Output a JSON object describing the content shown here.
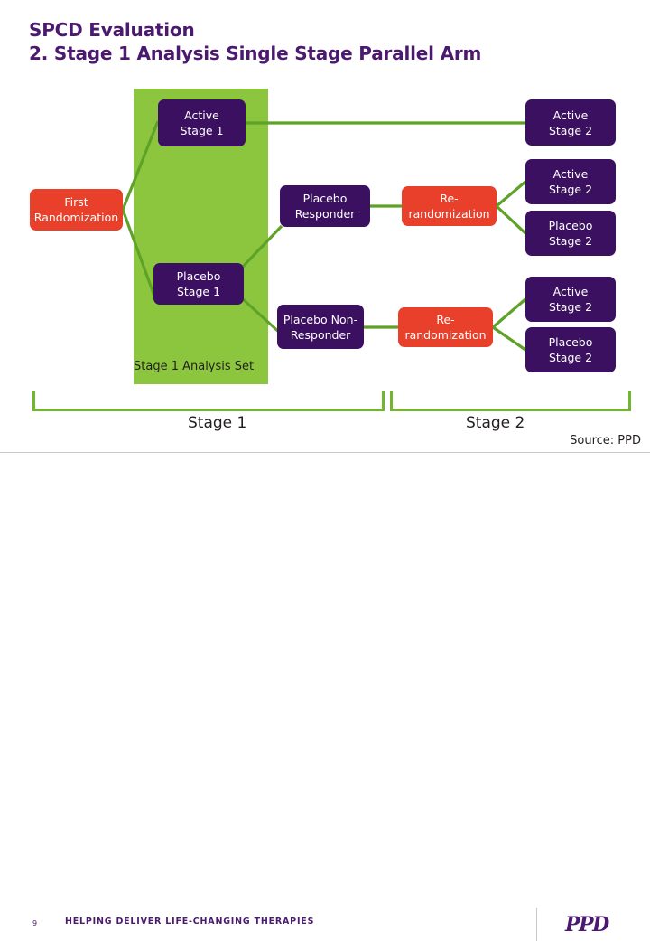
{
  "slide": {
    "title_line_1": "SPCD Evaluation",
    "title_line_2": "2. Stage 1 Analysis Single Stage Parallel Arm",
    "source_note": "Source: PPD"
  },
  "colors": {
    "purple": "#3B1060",
    "title_purple": "#4B1A6F",
    "red": "#E8402A",
    "green_panel": "#8CC63E",
    "green_line": "#5EA227",
    "bracket_green": "#72B52F"
  },
  "diagram": {
    "analysis_set_label": "Stage 1 Analysis Set",
    "nodes": [
      {
        "id": "first-randomization",
        "label_1": "First",
        "label_2": "Randomization",
        "type": "red"
      },
      {
        "id": "active-stage-1",
        "label_1": "Active",
        "label_2": "Stage 1",
        "type": "purple"
      },
      {
        "id": "placebo-stage-1",
        "label_1": "Placebo",
        "label_2": "Stage 1",
        "type": "purple"
      },
      {
        "id": "placebo-responder",
        "label_1": "Placebo",
        "label_2": "Responder",
        "type": "purple"
      },
      {
        "id": "placebo-non-responder",
        "label_1": "Placebo Non-",
        "label_2": "Responder",
        "type": "purple"
      },
      {
        "id": "rerandomization-top",
        "label_1": "Re-",
        "label_2": "randomization",
        "type": "red"
      },
      {
        "id": "rerandomization-bottom",
        "label_1": "Re-",
        "label_2": "randomization",
        "type": "red"
      },
      {
        "id": "active-stage-2-a",
        "label_1": "Active",
        "label_2": "Stage 2",
        "type": "purple"
      },
      {
        "id": "active-stage-2-b",
        "label_1": "Active",
        "label_2": "Stage 2",
        "type": "purple"
      },
      {
        "id": "placebo-stage-2-a",
        "label_1": "Placebo",
        "label_2": "Stage 2",
        "type": "purple"
      },
      {
        "id": "active-stage-2-c",
        "label_1": "Active",
        "label_2": "Stage 2",
        "type": "purple"
      },
      {
        "id": "placebo-stage-2-b",
        "label_1": "Placebo",
        "label_2": "Stage 2",
        "type": "purple"
      }
    ],
    "stage_captions": [
      {
        "label": "Stage 1"
      },
      {
        "label": "Stage 2"
      }
    ]
  },
  "footer": {
    "page_number": "9",
    "tagline": "HELPING DELIVER LIFE-CHANGING THERAPIES",
    "logo": "PPD"
  }
}
